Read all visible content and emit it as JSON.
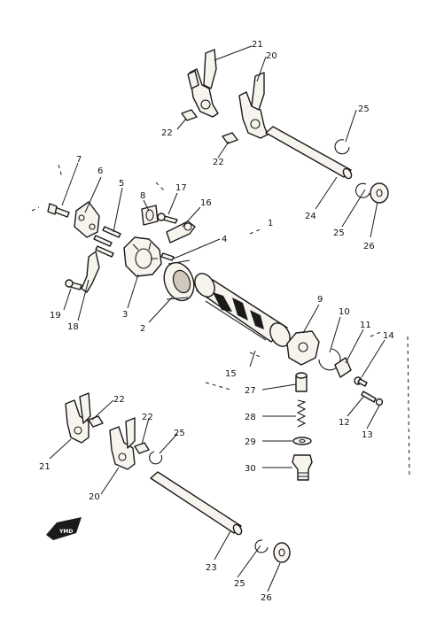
{
  "icon_badge": "YMD",
  "callouts": [
    {
      "id": "c1",
      "text": "21"
    },
    {
      "id": "c2",
      "text": "20"
    },
    {
      "id": "c3",
      "text": "25"
    },
    {
      "id": "c4",
      "text": "22"
    },
    {
      "id": "c5",
      "text": "22"
    },
    {
      "id": "c6",
      "text": "24"
    },
    {
      "id": "c7",
      "text": "25"
    },
    {
      "id": "c8",
      "text": "26"
    },
    {
      "id": "c9",
      "text": "7"
    },
    {
      "id": "c10",
      "text": "6"
    },
    {
      "id": "c11",
      "text": "5"
    },
    {
      "id": "c12",
      "text": "8"
    },
    {
      "id": "c13",
      "text": "17"
    },
    {
      "id": "c14",
      "text": "16"
    },
    {
      "id": "c15",
      "text": "1"
    },
    {
      "id": "c16",
      "text": "4"
    },
    {
      "id": "c17",
      "text": "19"
    },
    {
      "id": "c18",
      "text": "18"
    },
    {
      "id": "c19",
      "text": "3"
    },
    {
      "id": "c20",
      "text": "2"
    },
    {
      "id": "c21",
      "text": "9"
    },
    {
      "id": "c22",
      "text": "10"
    },
    {
      "id": "c23",
      "text": "11"
    },
    {
      "id": "c24",
      "text": "14"
    },
    {
      "id": "c25",
      "text": "15"
    },
    {
      "id": "c26",
      "text": "27"
    },
    {
      "id": "c27",
      "text": "28"
    },
    {
      "id": "c28",
      "text": "12"
    },
    {
      "id": "c29",
      "text": "13"
    },
    {
      "id": "c30",
      "text": "29"
    },
    {
      "id": "c31",
      "text": "30"
    },
    {
      "id": "c32",
      "text": "22"
    },
    {
      "id": "c33",
      "text": "22"
    },
    {
      "id": "c34",
      "text": "25"
    },
    {
      "id": "c35",
      "text": "21"
    },
    {
      "id": "c36",
      "text": "20"
    },
    {
      "id": "c37",
      "text": "23"
    },
    {
      "id": "c38",
      "text": "25"
    },
    {
      "id": "c39",
      "text": "26"
    }
  ]
}
